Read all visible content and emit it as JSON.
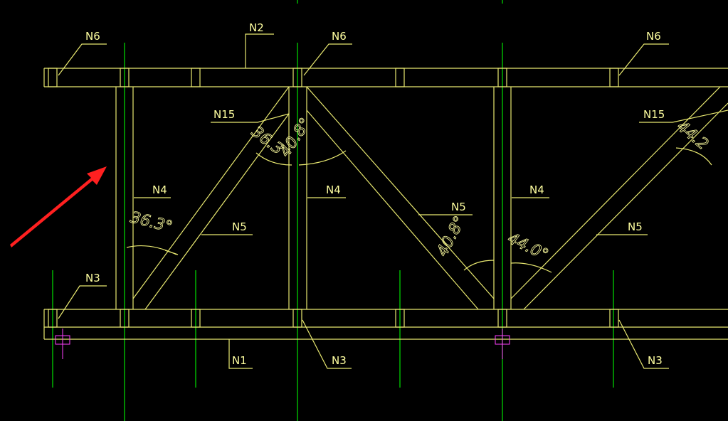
{
  "labels": {
    "n2": "N2",
    "n6_left": "N6",
    "n6_mid": "N6",
    "n6_right": "N6",
    "n15_left": "N15",
    "n15_right": "N15",
    "n4_left": "N4",
    "n4_mid": "N4",
    "n4_right": "N4",
    "n5_left": "N5",
    "n5_mid": "N5",
    "n5_right": "N5",
    "n3_left": "N3",
    "n3_mid": "N3",
    "n3_right": "N3",
    "n1": "N1"
  },
  "angles": {
    "a1": "36.3°",
    "a2": "36.3",
    "a3": "40.8°",
    "a4": "40.8°",
    "a5": "44.0°",
    "a6": "44.2"
  },
  "colors": {
    "member": "#e8e870",
    "gridline": "#00e000",
    "marker": "#ff40ff",
    "arrow": "#ff2020",
    "background": "#000000"
  }
}
